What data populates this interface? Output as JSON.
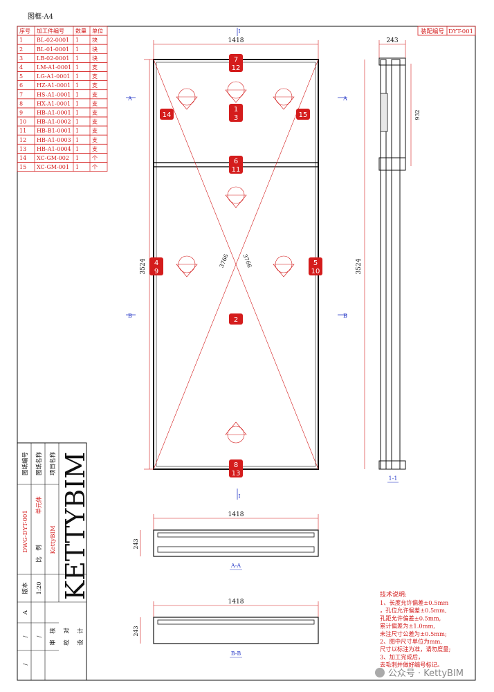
{
  "page": {
    "title": "图框-A4",
    "watermark": "公众号 · KettyBIM"
  },
  "assembly": {
    "label": "装配编号",
    "code": "DYT-001"
  },
  "parts_table": {
    "headers": [
      "序号",
      "加工件编号",
      "数量",
      "单位"
    ],
    "rows": [
      [
        "1",
        "BL-02-0001",
        "1",
        "块"
      ],
      [
        "2",
        "BL-01-0001",
        "1",
        "块"
      ],
      [
        "3",
        "LB-02-0001",
        "1",
        "块"
      ],
      [
        "4",
        "LM-A1-0001",
        "1",
        "支"
      ],
      [
        "5",
        "LG-A1-0001",
        "1",
        "支"
      ],
      [
        "6",
        "HZ-A1-0001",
        "1",
        "支"
      ],
      [
        "7",
        "HS-A1-0001",
        "1",
        "支"
      ],
      [
        "8",
        "HX-A1-0001",
        "1",
        "支"
      ],
      [
        "9",
        "HB-A1-0001",
        "1",
        "支"
      ],
      [
        "10",
        "HB-A1-0002",
        "1",
        "支"
      ],
      [
        "11",
        "HB-B1-0001",
        "1",
        "支"
      ],
      [
        "12",
        "HB-A1-0003",
        "1",
        "支"
      ],
      [
        "13",
        "HB-A1-0004",
        "1",
        "支"
      ],
      [
        "14",
        "XC-GM-002",
        "1",
        "个"
      ],
      [
        "15",
        "XC-GM-001",
        "1",
        "个"
      ]
    ]
  },
  "dims": {
    "width": "1418",
    "height": "3524",
    "diag": "3766",
    "depth": "243",
    "upper": "932",
    "section_line": "I",
    "sec_a": "A",
    "sec_b": "B"
  },
  "views": {
    "side": "1-1",
    "aa": "A-A",
    "bb": "B-B"
  },
  "markers": [
    {
      "id": "m7-12",
      "a": "7",
      "b": "12"
    },
    {
      "id": "m1-3",
      "a": "1",
      "b": "3"
    },
    {
      "id": "m14",
      "a": "14"
    },
    {
      "id": "m15",
      "a": "15"
    },
    {
      "id": "m6-11",
      "a": "6",
      "b": "11"
    },
    {
      "id": "m4-9",
      "a": "4",
      "b": "9"
    },
    {
      "id": "m5-10",
      "a": "5",
      "b": "10"
    },
    {
      "id": "m2",
      "a": "2"
    },
    {
      "id": "m8-13",
      "a": "8",
      "b": "13"
    }
  ],
  "title_block": {
    "labels": [
      "图纸编号",
      "图纸名称",
      "项目名称"
    ],
    "drawing_no": "DWG-DYT-001",
    "drawing_name": "单元体",
    "version_label": "版本",
    "version": "A",
    "scale": "1:20",
    "scale_label": "比　例",
    "designer": "KettyBIM",
    "brand": "KETTYBIM",
    "roles": [
      "审　核",
      "校　对",
      "设　计"
    ],
    "slashes": [
      "/",
      "/",
      "/"
    ]
  },
  "notes": {
    "title": "技术说明:",
    "lines": [
      "1、长度允许偏差±0.5mm",
      "，孔位允许偏差±0.5mm,",
      "孔距允许偏差±0.5mm,",
      "累计偏差为±1.0mm,",
      "未注尺寸公差为±0.5mm;",
      "2、图中尺寸单位为mm,",
      "尺寸以标注为准，请勿度量;",
      "3、加工完成后，",
      "去毛刺并做好编号标记。"
    ]
  },
  "colors": {
    "red": "#d41c1c",
    "line": "#111111",
    "blue": "#2a3cc8",
    "gray": "#9a9a9a"
  }
}
